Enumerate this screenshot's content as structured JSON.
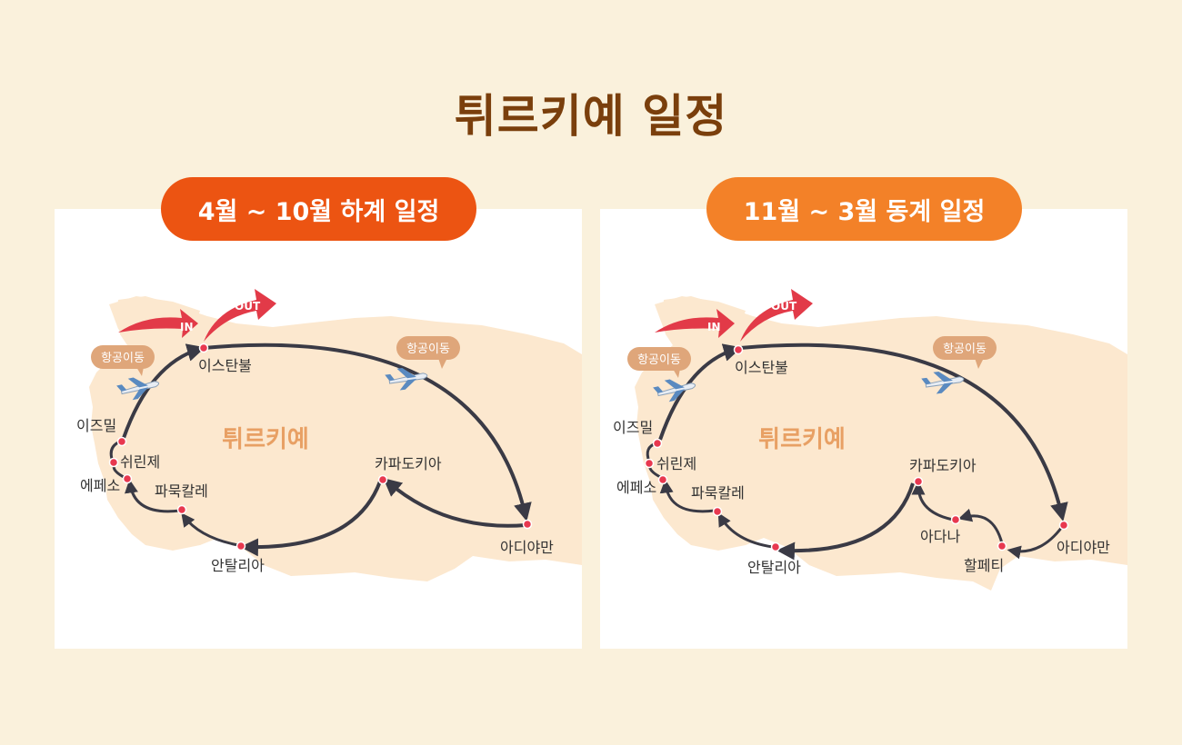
{
  "title": "튀르키예 일정",
  "summer": {
    "label": "4월 ~ 10월 하계 일정",
    "country": "튀르키예",
    "in_label": "IN",
    "out_label": "OUT",
    "flight_labels": [
      "항공이동",
      "항공이동"
    ],
    "cities": {
      "istanbul": "이스탄불",
      "izmir": "이즈밀",
      "sirince": "쉬린제",
      "ephesus": "에페소",
      "pamukkale": "파묵칼레",
      "antalya": "안탈리아",
      "cappadocia": "카파도키아",
      "adiyaman": "아디야만"
    }
  },
  "winter": {
    "label": "11월 ~ 3월 동계 일정",
    "country": "튀르키예",
    "in_label": "IN",
    "out_label": "OUT",
    "flight_labels": [
      "항공이동",
      "항공이동"
    ],
    "cities": {
      "istanbul": "이스탄불",
      "izmir": "이즈밀",
      "sirince": "쉬린제",
      "ephesus": "에페소",
      "pamukkale": "파묵칼레",
      "antalya": "안탈리아",
      "cappadocia": "카파도키아",
      "adana": "아다나",
      "hatay": "할페티",
      "adiyaman": "아디야만"
    }
  },
  "colors": {
    "background": "#faf1dc",
    "title": "#7a3f0c",
    "summer_pill": "#ec5412",
    "winter_pill": "#f38128",
    "map": "#fce8cf",
    "route": "#3a3a45",
    "dot": "#e8384f",
    "in_out_arrow": "#e23a48",
    "bubble": "#dfa67a"
  },
  "icons": [
    "airplane-icon",
    "in-arrow-icon",
    "out-arrow-icon",
    "city-dot-icon"
  ]
}
